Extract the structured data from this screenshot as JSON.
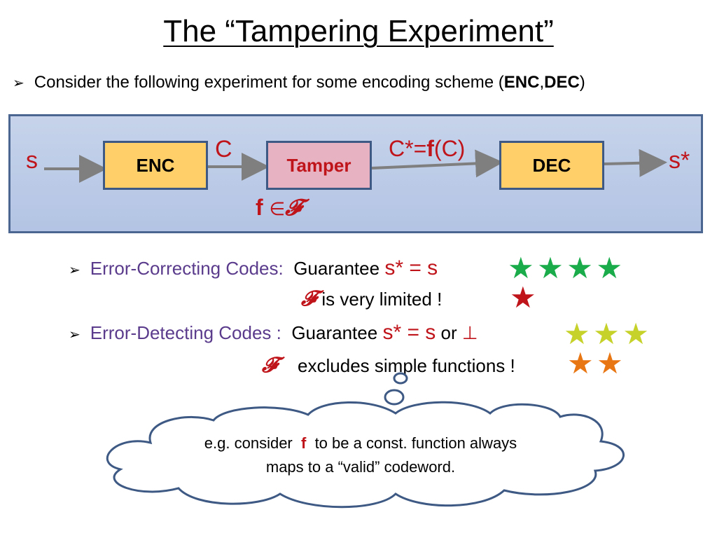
{
  "title": "The “Tampering Experiment”",
  "intro": {
    "text": "Consider the following experiment for some encoding scheme  (",
    "enc": "ENC",
    "comma": ",",
    "dec": "DEC",
    "close": ")"
  },
  "diagram": {
    "input": "s",
    "enc": "ENC",
    "c_label": "C",
    "tamper": "Tamper",
    "cstar_prefix": "C*=",
    "f": "f",
    "cstar_suffix": "(C)",
    "dec": "DEC",
    "output": "s*",
    "family_f": "f",
    "family_in": "∈",
    "family_script": "𝓕"
  },
  "ecc": {
    "heading": "Error-Correcting Codes:",
    "guarantee": "Guarantee",
    "equation": "s* = s",
    "script": "𝓕",
    "limited": "is very limited !",
    "stars_green": [
      "★",
      "★",
      "★",
      "★"
    ],
    "star_red": "★"
  },
  "edc": {
    "heading": "Error-Detecting Codes :",
    "guarantee": "Guarantee",
    "equation": "s* = s",
    "or": "or",
    "bottom": "⊥",
    "script": "𝓕",
    "excludes": "excludes simple functions !",
    "stars_yellow": [
      "★",
      "★",
      "★"
    ],
    "stars_orange": [
      "★",
      "★"
    ]
  },
  "cloud": {
    "line1_a": "e.g. consider",
    "f": "f",
    "line1_b": "to be a const. function always",
    "line2": "maps to a “valid” codeword."
  },
  "colors": {
    "green_star": "#1aab4b",
    "red_star": "#c0141b",
    "yellow_star": "#c6d22a",
    "orange_star": "#e87613",
    "purple_text": "#5a3b8c",
    "red_text": "#c0141b"
  }
}
